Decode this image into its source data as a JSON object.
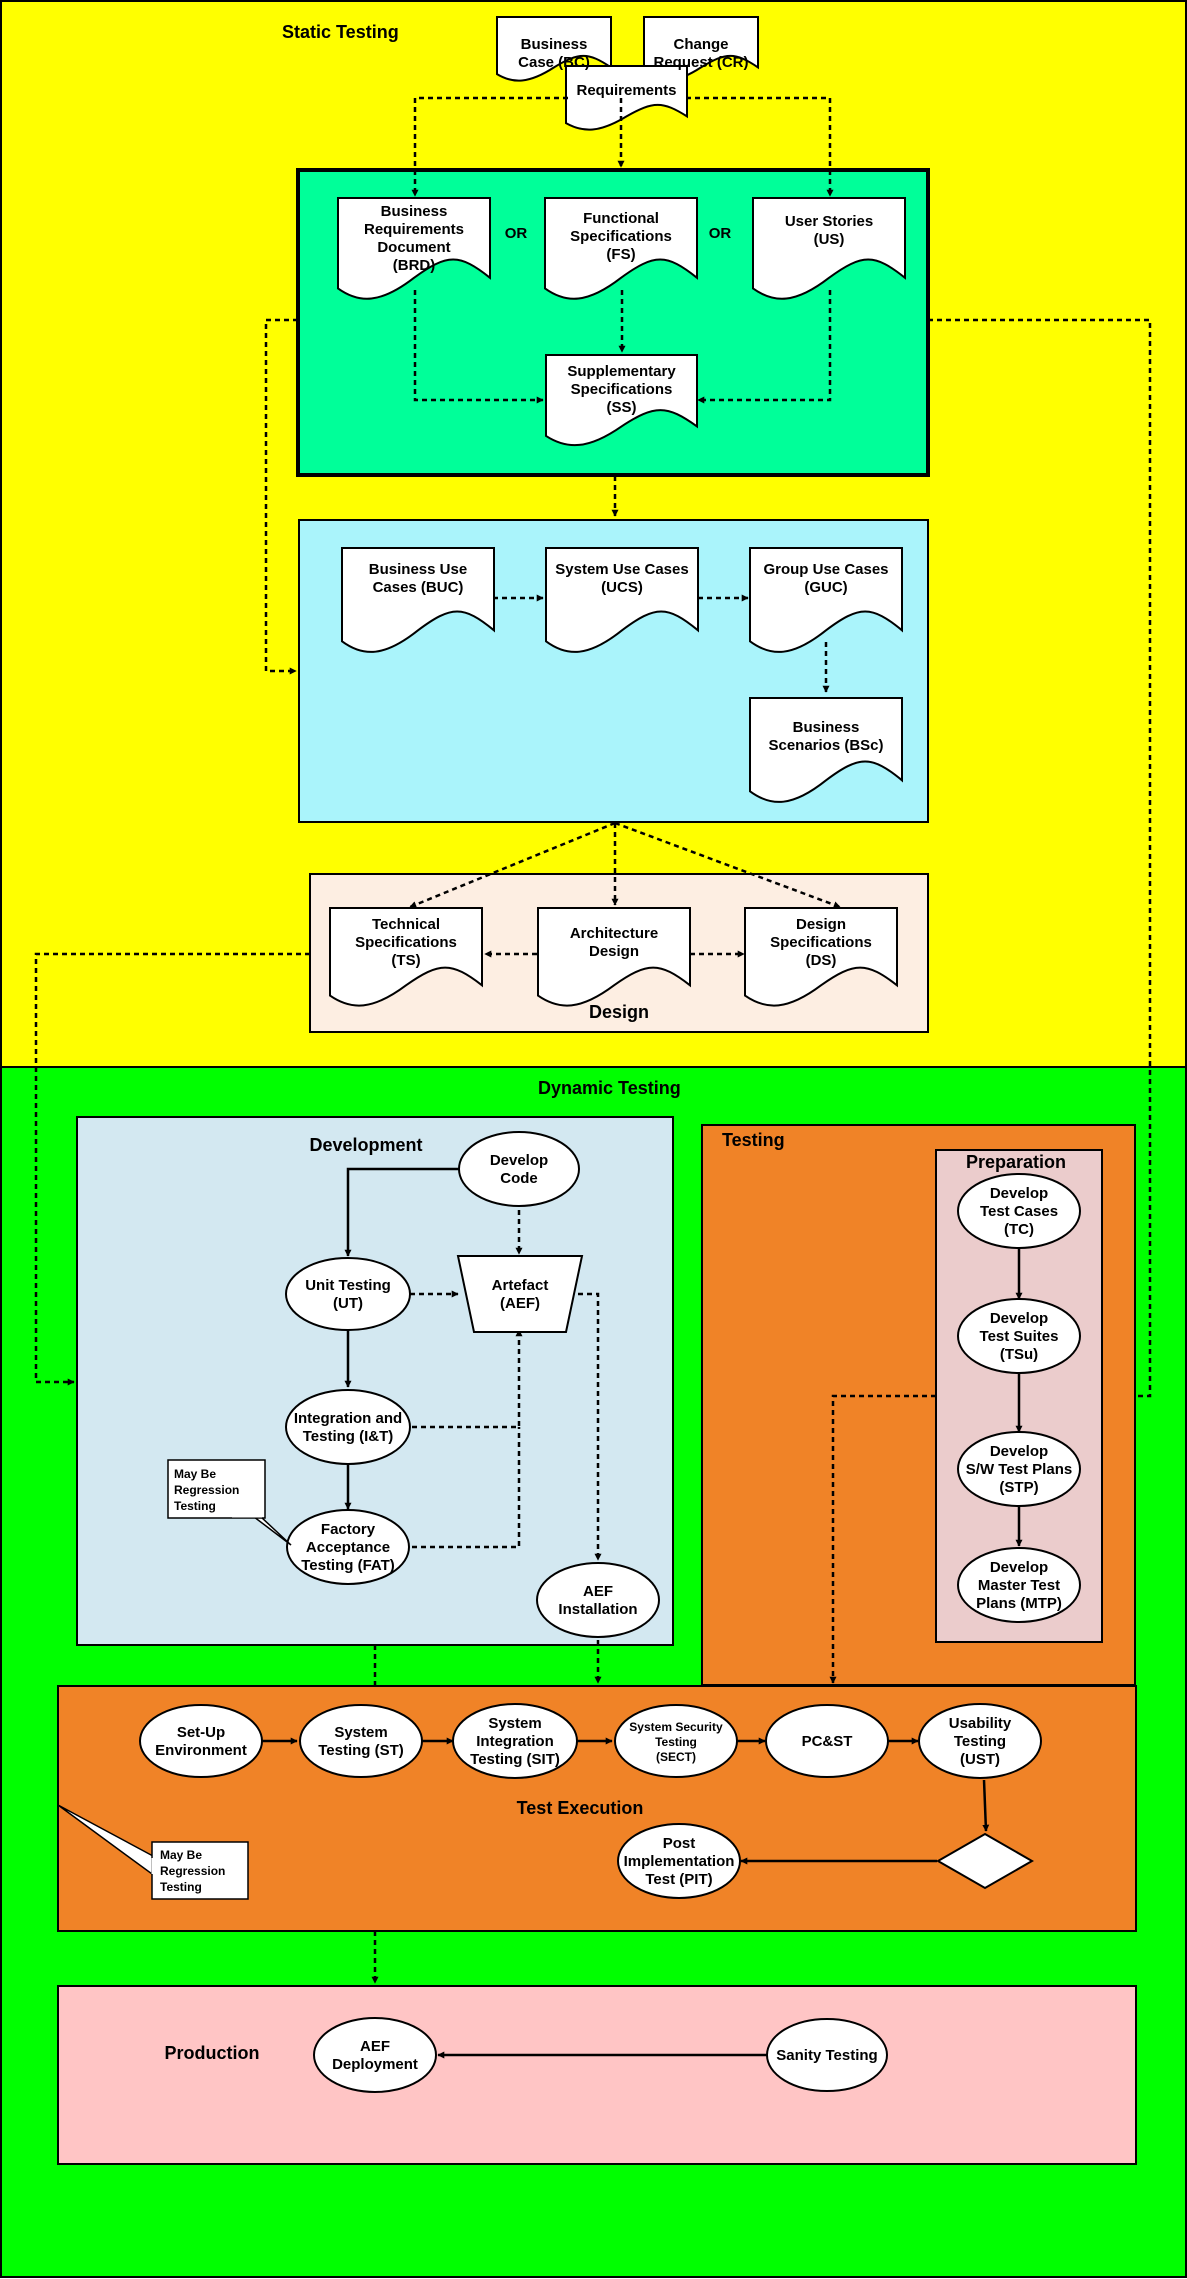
{
  "colors": {
    "static_bg": "#ffff00",
    "dynamic_bg": "#00ff00",
    "requirements_box": "#00ff99",
    "use_case_box": "#aaf4fb",
    "design_box": "#fdeee2",
    "development_box": "#d3e8f1",
    "testing_box": "#f08327",
    "preparation_box": "#ebcccc",
    "test_execution_box": "#f08327",
    "production_box": "#ffc5c5"
  },
  "sections": {
    "static_testing": "Static Testing",
    "dynamic_testing": "Dynamic Testing",
    "design": "Design",
    "development": "Development",
    "testing": "Testing",
    "preparation": "Preparation",
    "test_execution": "Test Execution",
    "production": "Production"
  },
  "documents": {
    "bc": [
      "Business",
      "Case (BC)"
    ],
    "cr": [
      "Change",
      "Request (CR)"
    ],
    "requirements": [
      "Requirements"
    ],
    "brd": [
      "Business",
      "Requirements",
      "Document",
      "(BRD)"
    ],
    "fs": [
      "Functional",
      "Specifications",
      "(FS)"
    ],
    "us": [
      "User Stories",
      "(US)"
    ],
    "ss": [
      "Supplementary",
      "Specifications",
      "(SS)"
    ],
    "buc": [
      "Business Use",
      "Cases (BUC)"
    ],
    "ucs": [
      "System Use Cases",
      "(UCS)"
    ],
    "guc": [
      "Group Use Cases",
      "(GUC)"
    ],
    "bsc": [
      "Business",
      "Scenarios (BSc)"
    ],
    "ts": [
      "Technical",
      "Specifications",
      "(TS)"
    ],
    "ad": [
      "Architecture",
      "Design"
    ],
    "ds": [
      "Design",
      "Specifications",
      "(DS)"
    ]
  },
  "or_labels": [
    "OR",
    "OR"
  ],
  "development_nodes": {
    "develop_code": [
      "Develop",
      "Code"
    ],
    "unit_testing": [
      "Unit Testing",
      "(UT)"
    ],
    "artefact": [
      "Artefact",
      "(AEF)"
    ],
    "integration": [
      "Integration and",
      "Testing (I&T)"
    ],
    "fat": [
      "Factory",
      "Acceptance",
      "Testing (FAT)"
    ],
    "aef_installation": [
      "AEF",
      "Installation"
    ]
  },
  "preparation_nodes": {
    "tc": [
      "Develop",
      "Test Cases",
      "(TC)"
    ],
    "tsu": [
      "Develop",
      "Test Suites",
      "(TSu)"
    ],
    "stp": [
      "Develop",
      "S/W Test Plans",
      "(STP)"
    ],
    "mtp": [
      "Develop",
      "Master Test",
      "Plans (MTP)"
    ]
  },
  "execution_nodes": {
    "setup": [
      "Set-Up",
      "Environment"
    ],
    "st": [
      "System",
      "Testing (ST)"
    ],
    "sit": [
      "System",
      "Integration",
      "Testing (SIT)"
    ],
    "sect": [
      "System Security",
      "Testing",
      "(SECT)"
    ],
    "pcst": [
      "PC&ST"
    ],
    "ust": [
      "Usability",
      "Testing",
      "(UST)"
    ],
    "pit": [
      "Post",
      "Implementation",
      "Test (PIT)"
    ]
  },
  "production_nodes": {
    "deployment": [
      "AEF",
      "Deployment"
    ],
    "sanity": [
      "Sanity Testing"
    ]
  },
  "callouts": {
    "dev_note": [
      "May Be",
      "Regression",
      "Testing"
    ],
    "exec_note": [
      "May Be",
      "Regression",
      "Testing"
    ]
  }
}
